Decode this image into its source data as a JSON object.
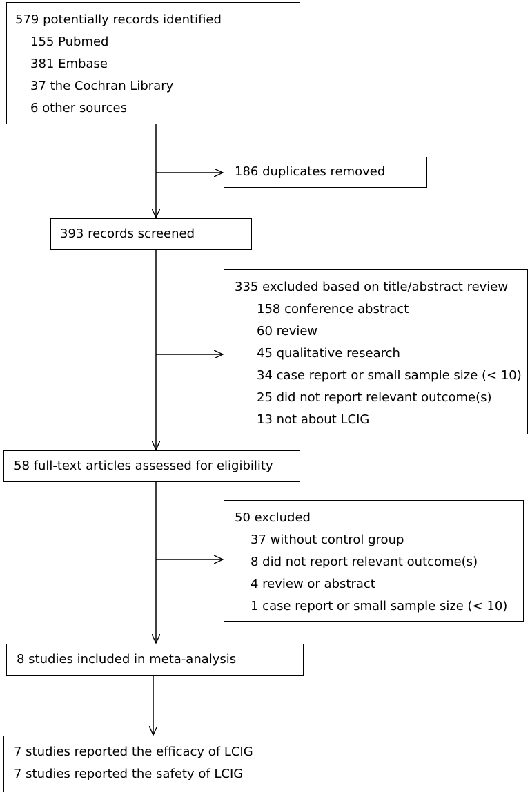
{
  "identification": {
    "header": "579 potentially records identified",
    "items": [
      "155 Pubmed",
      "381 Embase",
      "37 the Cochran Library",
      "6 other sources"
    ]
  },
  "duplicates": {
    "text": "186 duplicates removed"
  },
  "screened": {
    "text": "393 records screened"
  },
  "excluded_screening": {
    "header": "335 excluded based on title/abstract review",
    "items": [
      "158 conference abstract",
      "60 review",
      "45 qualitative research",
      "34 case report or small sample size (< 10)",
      "25 did not report relevant outcome(s)",
      "13 not about LCIG"
    ]
  },
  "eligibility": {
    "text": "58 full-text articles assessed for eligibility"
  },
  "excluded_fulltext": {
    "header": "50 excluded",
    "items": [
      "37 without control group",
      "8 did not report relevant outcome(s)",
      "4 review or abstract",
      "1 case report or small sample size (< 10)"
    ]
  },
  "included": {
    "text": "8 studies included in meta-analysis"
  },
  "reported": {
    "items": [
      "7 studies reported the efficacy of LCIG",
      "7 studies reported the safety of LCIG"
    ]
  }
}
